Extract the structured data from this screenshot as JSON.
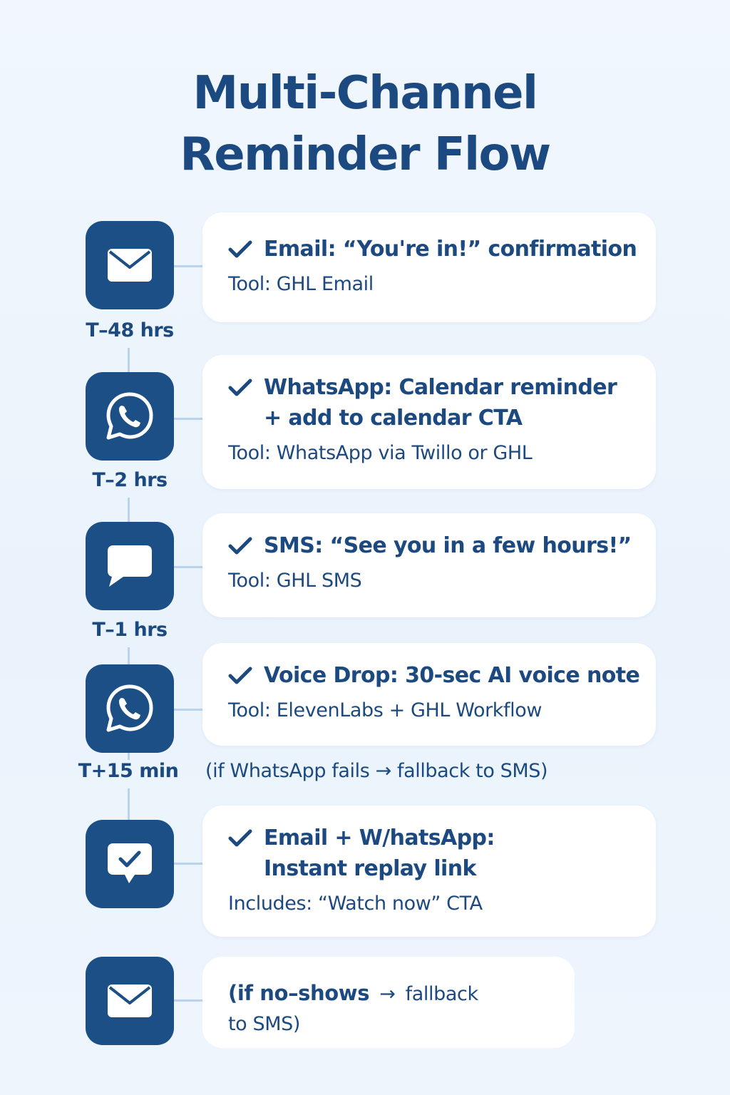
{
  "title": {
    "line1": "Multi-Channel",
    "line2": "Reminder Flow"
  },
  "colors": {
    "accent": "#1b4f86",
    "text": "#1c4a80",
    "connector": "#b9d3ee",
    "card": "#ffffff",
    "background": "#eef5fd"
  },
  "steps": [
    {
      "icon": "envelope-icon",
      "time": "T–48 hrs",
      "headline": [
        "Email: “You're in!” confirmation"
      ],
      "tool": "Tool: GHL Email"
    },
    {
      "icon": "whatsapp-icon",
      "time": "T–2 hrs",
      "headline": [
        "WhatsApp: Calendar reminder",
        "+ add to calendar CTA"
      ],
      "tool": "Tool: WhatsApp via Twillo or GHL"
    },
    {
      "icon": "chat-bubble-icon",
      "time": "T–1 hrs",
      "headline": [
        "SMS: “See you in a few hours!”"
      ],
      "tool": "Tool: GHL SMS"
    },
    {
      "icon": "whatsapp-icon",
      "time": "T+15 min",
      "headline": [
        "Voice Drop: 30-sec AI voice note"
      ],
      "tool": "Tool: ElevenLabs + GHL Workflow",
      "note": "(if WhatsApp fails → fallback to SMS)"
    },
    {
      "icon": "chat-check-icon",
      "time": "",
      "headline": [
        "Email + W/hatsApp:",
        "Instant replay link"
      ],
      "tool": "Includes: “Watch now” CTA"
    },
    {
      "icon": "envelope-icon",
      "time": "",
      "text_bold": "(if no–shows",
      "text_arrow": "→",
      "text_rest": "fallback",
      "text_line2": "to SMS)"
    }
  ]
}
